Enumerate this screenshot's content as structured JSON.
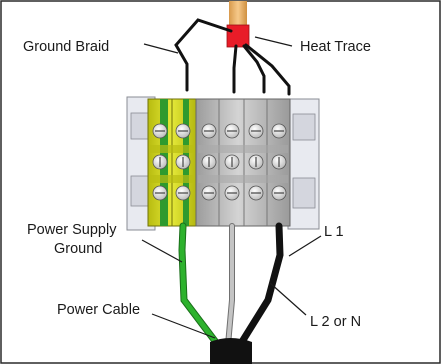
{
  "labels": {
    "ground_braid": "Ground Braid",
    "heat_trace": "Heat Trace",
    "power_supply_ground_line1": "Power Supply",
    "power_supply_ground_line2": "Ground",
    "l1": "L 1",
    "power_cable": "Power Cable",
    "l2_or_n": "L 2 or N"
  },
  "colors": {
    "frame": "#2a2a2a",
    "ground_terminal": "#d8dc2a",
    "ground_stripe": "#2e9a2e",
    "gray_terminal": "#c4c4c4",
    "end_bracket": "#e6e8ef",
    "heat_trace_sleeve": "#e81c28",
    "cable_jacket": "#f0b86c",
    "wire_green": "#2db22d",
    "wire_gray": "#b0b0b0",
    "wire_black": "#111111"
  }
}
